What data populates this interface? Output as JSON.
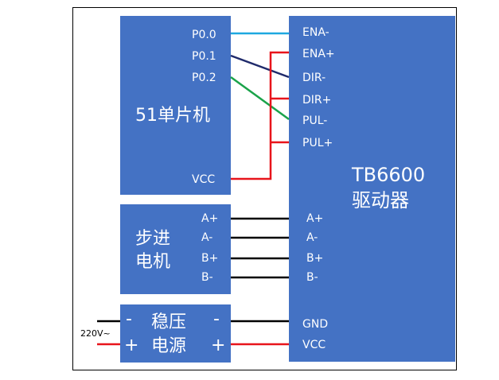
{
  "mcu": {
    "title": "51单片机",
    "pins": {
      "p00": "P0.0",
      "p01": "P0.1",
      "p02": "P0.2",
      "vcc": "VCC"
    }
  },
  "motor": {
    "title_line1": "步进",
    "title_line2": "电机",
    "pins": {
      "a_plus": "A+",
      "a_minus": "A-",
      "b_plus": "B+",
      "b_minus": "B-"
    }
  },
  "regulator": {
    "title_line1": "稳压",
    "title_line2": "电源",
    "minus_left": "-",
    "plus_left": "+",
    "minus_right": "-",
    "plus_right": "+"
  },
  "driver": {
    "title_line1": "TB6600",
    "title_line2": "驱动器",
    "pins": {
      "ena_minus": "ENA-",
      "ena_plus": "ENA+",
      "dir_minus": "DIR-",
      "dir_plus": "DIR+",
      "pul_minus": "PUL-",
      "pul_plus": "PUL+",
      "a_plus": "A+",
      "a_minus": "A-",
      "b_plus": "B+",
      "b_minus": "B-",
      "gnd": "GND",
      "vcc": "VCC"
    }
  },
  "mains_label": "220V~",
  "colors": {
    "block": "#4472c4",
    "wire_cyan": "#1ea8e0",
    "wire_navy": "#1f2a6b",
    "wire_green": "#1aa34a",
    "wire_red": "#e8141b",
    "wire_black": "#000000"
  }
}
